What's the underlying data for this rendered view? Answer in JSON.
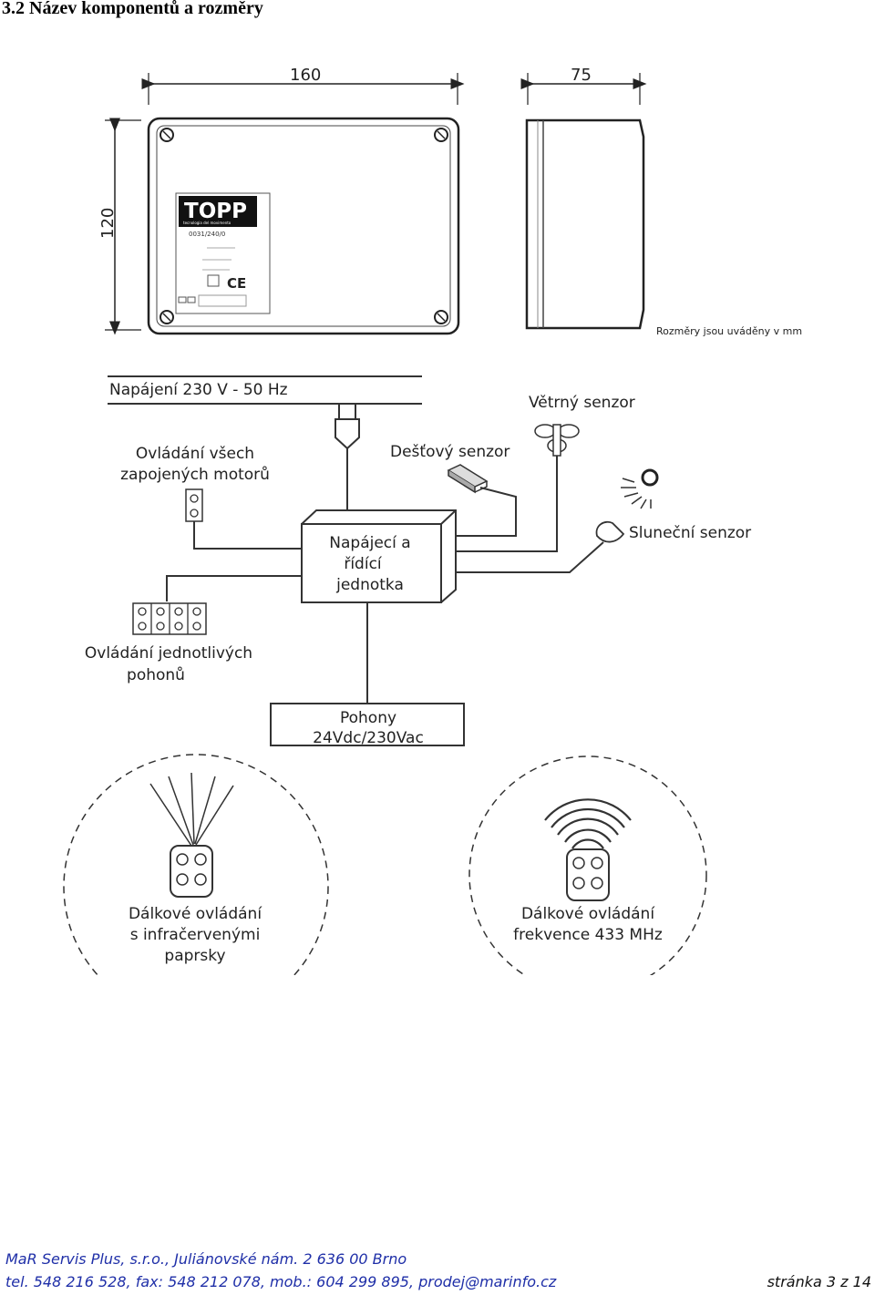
{
  "heading": "3.2 Název komponentů a rozměry",
  "dimensions": {
    "width": "160",
    "depth": "75",
    "height": "120",
    "note": "Rozměry jsou uváděny v mm"
  },
  "label_plate": {
    "brand": "TOPP",
    "tagline": "tecnologia del movimento",
    "model": "0031/240/0"
  },
  "diagram": {
    "power": "Napájení 230 V - 50 Hz",
    "all_motors": [
      "Ovládání všech",
      "zapojených motorů"
    ],
    "control_unit": [
      "Napájecí a",
      "řídící",
      "jednotka"
    ],
    "rain_sensor": "Dešťový senzor",
    "wind_sensor": "Větrný senzor",
    "sun_sensor": "Sluneční senzor",
    "individual_drives": [
      "Ovládání jednotlivých",
      "pohonů"
    ],
    "drives": [
      "Pohony",
      "24Vdc/230Vac"
    ],
    "ir_remote": [
      "Dálkové ovládání",
      "s infračervenými",
      "paprsky"
    ],
    "rf_remote": [
      "Dálkové ovládání",
      "frekvence 433 MHz"
    ]
  },
  "footer": {
    "line1": "MaR Servis Plus, s.r.o., Juliánovské nám. 2 636 00 Brno",
    "line2": "tel. 548 216 528, fax: 548 212 078, mob.: 604 299 895, prodej@marinfo.cz",
    "page": "stránka 3 z 14"
  },
  "colors": {
    "footer": "#1f2fa8",
    "lines": "#333333"
  }
}
